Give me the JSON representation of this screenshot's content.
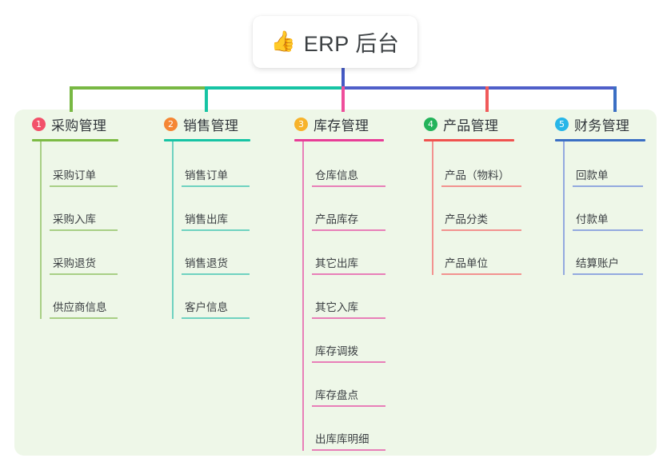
{
  "root": {
    "icon": "thumbs-up-icon",
    "emoji": "👍",
    "title": "ERP 后台"
  },
  "colors": {
    "panel_bg": "#eef7e8",
    "stem": "#4459c4",
    "bar_green": "#78b843",
    "bar_teal": "#16c4a4",
    "bar_blue": "#4f5fc9"
  },
  "branches": [
    {
      "number": "1",
      "title": "采购管理",
      "badge_color": "#f2516a",
      "rule_color": "#7cbb45",
      "leaf_color": "#a8cf85",
      "drop_color": "#78b843",
      "items": [
        {
          "label": "采购订单"
        },
        {
          "label": "采购入库"
        },
        {
          "label": "采购退货"
        },
        {
          "label": "供应商信息"
        }
      ]
    },
    {
      "number": "2",
      "title": "销售管理",
      "badge_color": "#f58634",
      "rule_color": "#16c4a4",
      "leaf_color": "#6fd2c0",
      "drop_color": "#16c4a4",
      "items": [
        {
          "label": "销售订单"
        },
        {
          "label": "销售出库"
        },
        {
          "label": "销售退货"
        },
        {
          "label": "客户信息"
        }
      ]
    },
    {
      "number": "3",
      "title": "库存管理",
      "badge_color": "#f7b32b",
      "rule_color": "#e83d97",
      "leaf_color": "#e87fb8",
      "drop_color": "#ef4e9b",
      "items": [
        {
          "label": "仓库信息"
        },
        {
          "label": "产品库存"
        },
        {
          "label": "其它出库"
        },
        {
          "label": "其它入库"
        },
        {
          "label": "库存调拨"
        },
        {
          "label": "库存盘点"
        },
        {
          "label": "出库库明细"
        }
      ]
    },
    {
      "number": "4",
      "title": "产品管理",
      "badge_color": "#23b35a",
      "rule_color": "#f0524f",
      "leaf_color": "#f2928f",
      "drop_color": "#f05a5a",
      "items": [
        {
          "label": "产品（物料）"
        },
        {
          "label": "产品分类"
        },
        {
          "label": "产品单位"
        }
      ]
    },
    {
      "number": "5",
      "title": "财务管理",
      "badge_color": "#27b6e8",
      "rule_color": "#3b6fc4",
      "leaf_color": "#93a9df",
      "drop_color": "#3b6fc4",
      "items": [
        {
          "label": "回款单"
        },
        {
          "label": "付款单"
        },
        {
          "label": "结算账户"
        }
      ]
    }
  ]
}
